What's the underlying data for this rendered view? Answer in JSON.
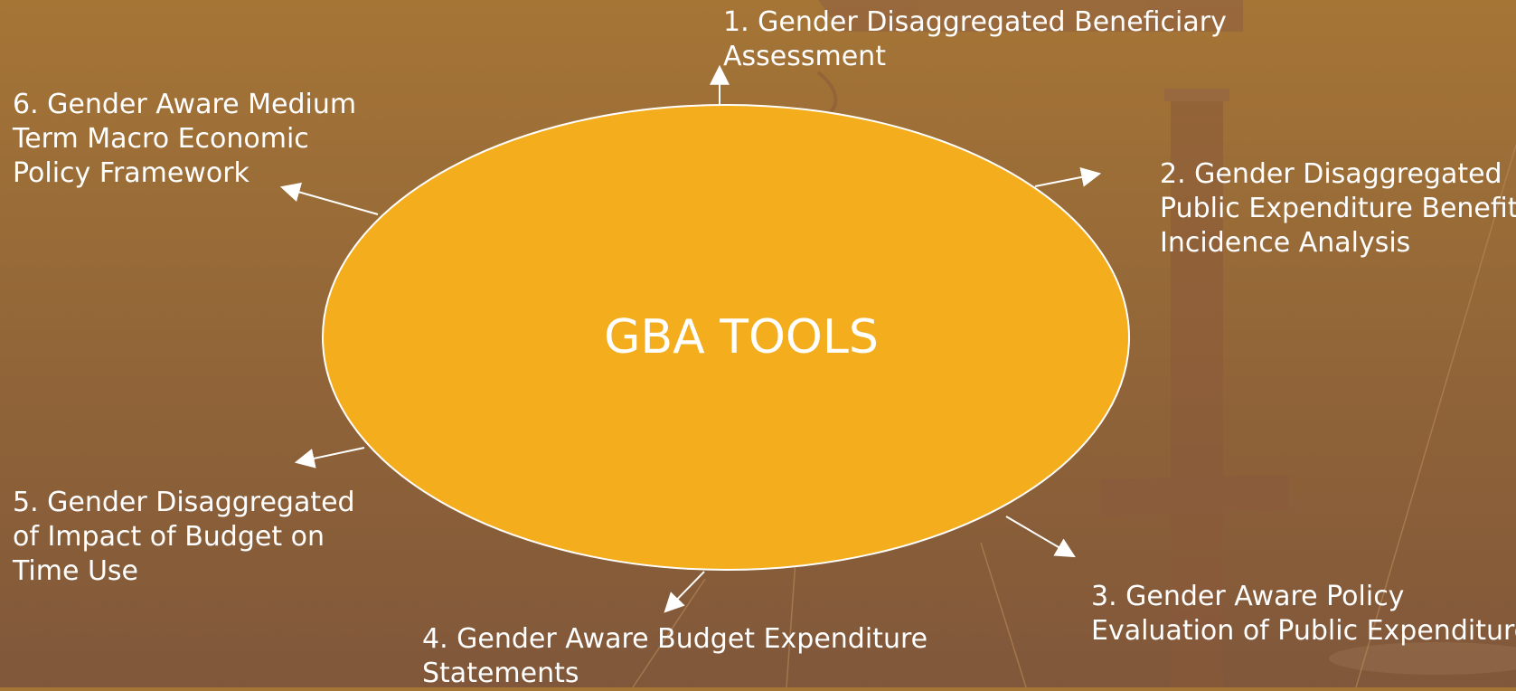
{
  "center": {
    "title": "GBA TOOLS",
    "fill": "#f4ad1d",
    "stroke": "#ffffff"
  },
  "background": {
    "top": "#a57536",
    "bottom": "#80573a"
  },
  "tools": [
    {
      "lines": [
        "1. Gender Disaggregated Beneficiary",
        "Assessment"
      ]
    },
    {
      "lines": [
        "2. Gender Disaggregated",
        "Public Expenditure Benefit",
        "Incidence Analysis"
      ]
    },
    {
      "lines": [
        "3. Gender Aware Policy",
        "Evaluation of Public Expenditure"
      ]
    },
    {
      "lines": [
        "4. Gender Aware Budget Expenditure",
        "Statements"
      ]
    },
    {
      "lines": [
        "5. Gender Disaggregated",
        "of Impact of Budget on",
        "Time Use"
      ]
    },
    {
      "lines": [
        "6. Gender Aware Medium",
        "Term Macro Economic",
        "Policy Framework"
      ]
    }
  ]
}
